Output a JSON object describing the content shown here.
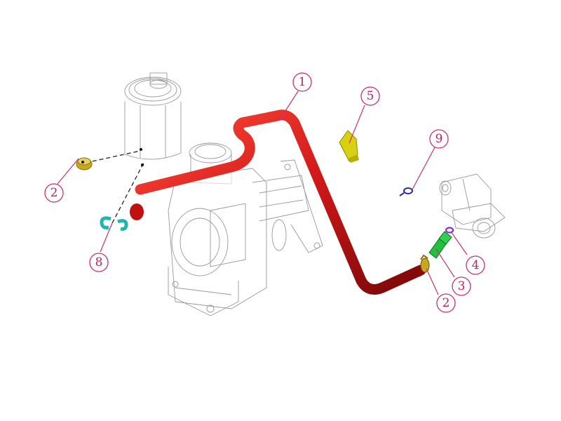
{
  "diagram": {
    "type": "exploded-parts-diagram",
    "colors": {
      "pipe": "#d01818",
      "callout": "#d0306a",
      "clamp_yellow": "#d8cc10",
      "clip_teal": "#1fb6b0",
      "connector_green": "#22c040",
      "ring_purple": "#8a2be2",
      "ghost_lines": "#9a9a9a"
    },
    "callouts": [
      {
        "id": "callout-1",
        "label": "1",
        "part": "red-pipe"
      },
      {
        "id": "callout-2a",
        "label": "2",
        "part": "left-hose-clamp"
      },
      {
        "id": "callout-2b",
        "label": "2",
        "part": "right-hose-clamp"
      },
      {
        "id": "callout-3",
        "label": "3",
        "part": "green-connector"
      },
      {
        "id": "callout-4",
        "label": "4",
        "part": "purple-o-ring"
      },
      {
        "id": "callout-5",
        "label": "5",
        "part": "yellow-bracket"
      },
      {
        "id": "callout-8",
        "label": "8",
        "part": "teal-clips"
      },
      {
        "id": "callout-9",
        "label": "9",
        "part": "blue-retaining-ring"
      }
    ]
  }
}
